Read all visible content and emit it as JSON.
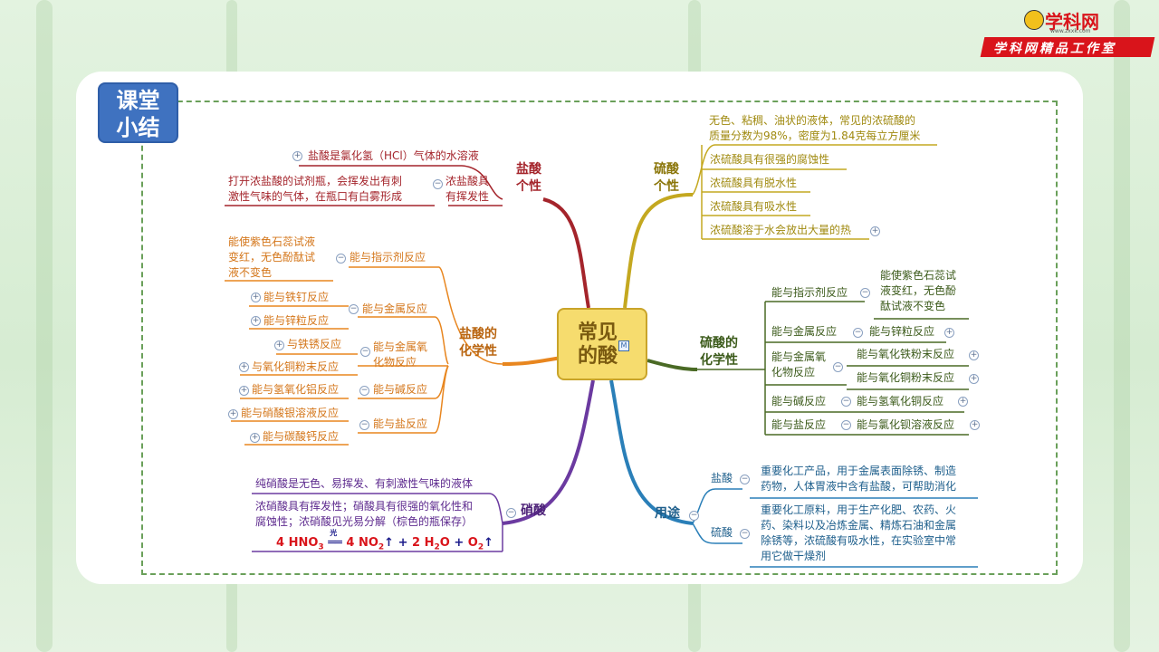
{
  "header": {
    "logo_text": "学科网",
    "logo_url": "www.zxxk.com",
    "studio": "学科网精品工作室"
  },
  "badge": {
    "line1": "课堂",
    "line2": "小结"
  },
  "center": {
    "line1": "常见",
    "line2": "的酸",
    "icon_label": "M"
  },
  "hcl_props": {
    "title_l1": "盐酸",
    "title_l2": "个性",
    "item1": "盐酸是氯化氢（HCl）气体的水溶液",
    "item2_label_l1": "浓盐酸具",
    "item2_label_l2": "有挥发性",
    "item2_detail_l1": "打开浓盐酸的试剂瓶，会挥发出有刺",
    "item2_detail_l2": "激性气味的气体，在瓶口有白雾形成"
  },
  "hcl_chem": {
    "title_l1": "盐酸的",
    "title_l2": "化学性",
    "indicator": "能与指示剂反应",
    "indicator_detail_l1": "能使紫色石蕊试液",
    "indicator_detail_l2": "变红，无色酚酞试",
    "indicator_detail_l3": "液不变色",
    "metal": "能与金属反应",
    "metal_a": "能与铁钉反应",
    "metal_b": "能与锌粒反应",
    "oxide_l1": "能与金属氧",
    "oxide_l2": "化物反应",
    "oxide_a": "与铁锈反应",
    "oxide_b": "与氧化铜粉末反应",
    "base": "能与碱反应",
    "base_a": "能与氢氧化铝反应",
    "salt": "能与盐反应",
    "salt_a": "能与硝酸银溶液反应",
    "salt_b": "能与碳酸钙反应"
  },
  "nitric": {
    "title": "硝酸",
    "item1": "纯硝酸是无色、易挥发、有刺激性气味的液体",
    "item2_l1": "浓硝酸具有挥发性；硝酸具有很强的氧化性和",
    "item2_l2": "腐蚀性；浓硝酸见光易分解（棕色的瓶保存）",
    "eq_left": "4 HNO",
    "eq_sub3": "3",
    "eq_cond": "光",
    "eq_p1": "4 NO",
    "eq_sub2": "2",
    "eq_p2": "2 H",
    "eq_sub2b": "2",
    "eq_p2b": "O",
    "eq_p3": "O",
    "eq_sub2c": "2",
    "eq_plus": "+"
  },
  "h2so4_props": {
    "title_l1": "硫酸",
    "title_l2": "个性",
    "item1_l1": "无色、粘稠、油状的液体，常见的浓硫酸的",
    "item1_l2": "质量分数为98%，密度为1.84克每立方厘米",
    "item2": "浓硫酸具有很强的腐蚀性",
    "item3": "浓硫酸具有脱水性",
    "item4": "浓硫酸具有吸水性",
    "item5": "浓硫酸溶于水会放出大量的热"
  },
  "h2so4_chem": {
    "title_l1": "硫酸的",
    "title_l2": "化学性",
    "indicator": "能与指示剂反应",
    "indicator_detail_l1": "能使紫色石蕊试",
    "indicator_detail_l2": "液变红，无色酚",
    "indicator_detail_l3": "酞试液不变色",
    "metal": "能与金属反应",
    "metal_a": "能与锌粒反应",
    "oxide_l1": "能与金属氧",
    "oxide_l2": "化物反应",
    "oxide_a": "能与氧化铁粉末反应",
    "oxide_b": "能与氧化铜粉末反应",
    "base": "能与碱反应",
    "base_a": "能与氢氧化铜反应",
    "salt": "能与盐反应",
    "salt_a": "能与氯化钡溶液反应"
  },
  "uses": {
    "title": "用途",
    "hcl": "盐酸",
    "hcl_l1": "重要化工产品，用于金属表面除锈、制造",
    "hcl_l2": "药物，人体胃液中含有盐酸，可帮助消化",
    "h2so4": "硫酸",
    "h2so4_l1": "重要化工原料，用于生产化肥、农药、火",
    "h2so4_l2": "药、染料以及冶炼金属、精炼石油和金属",
    "h2so4_l3": "除锈等，浓硫酸有吸水性，在实验室中常",
    "h2so4_l4": "用它做干燥剂"
  }
}
